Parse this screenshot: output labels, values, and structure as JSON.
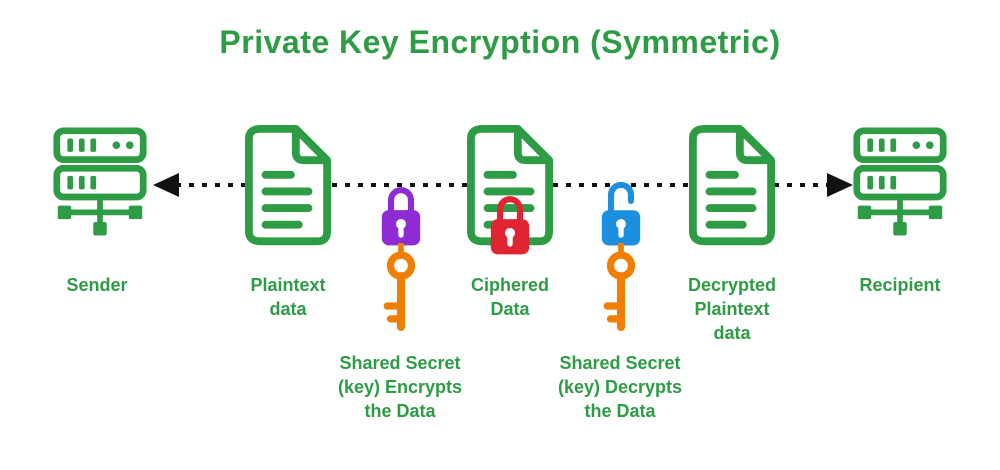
{
  "title": "Private Key Encryption (Symmetric)",
  "colors": {
    "green": "#2E9B45",
    "purple": "#8F2BD3",
    "red": "#E02431",
    "blue": "#1D8FE1",
    "orange": "#F07E00",
    "line": "#111111"
  },
  "flow": {
    "sender": {
      "label": "Sender",
      "icon": "server-icon"
    },
    "plaintext": {
      "label": "Plaintext\ndata",
      "icon": "document-icon"
    },
    "encrypt_key": {
      "label": "Shared Secret\n(key) Encrypts\nthe Data",
      "icons": [
        "locked-padlock-icon",
        "key-icon"
      ]
    },
    "ciphered": {
      "label": "Ciphered\nData",
      "icons": [
        "document-icon",
        "locked-padlock-icon"
      ]
    },
    "decrypt_key": {
      "label": "Shared Secret\n(key) Decrypts\nthe Data",
      "icons": [
        "unlocked-padlock-icon",
        "key-icon"
      ]
    },
    "decrypted": {
      "label": "Decrypted\nPlaintext\ndata",
      "icon": "document-icon"
    },
    "recipient": {
      "label": "Recipient",
      "icon": "server-icon"
    }
  }
}
